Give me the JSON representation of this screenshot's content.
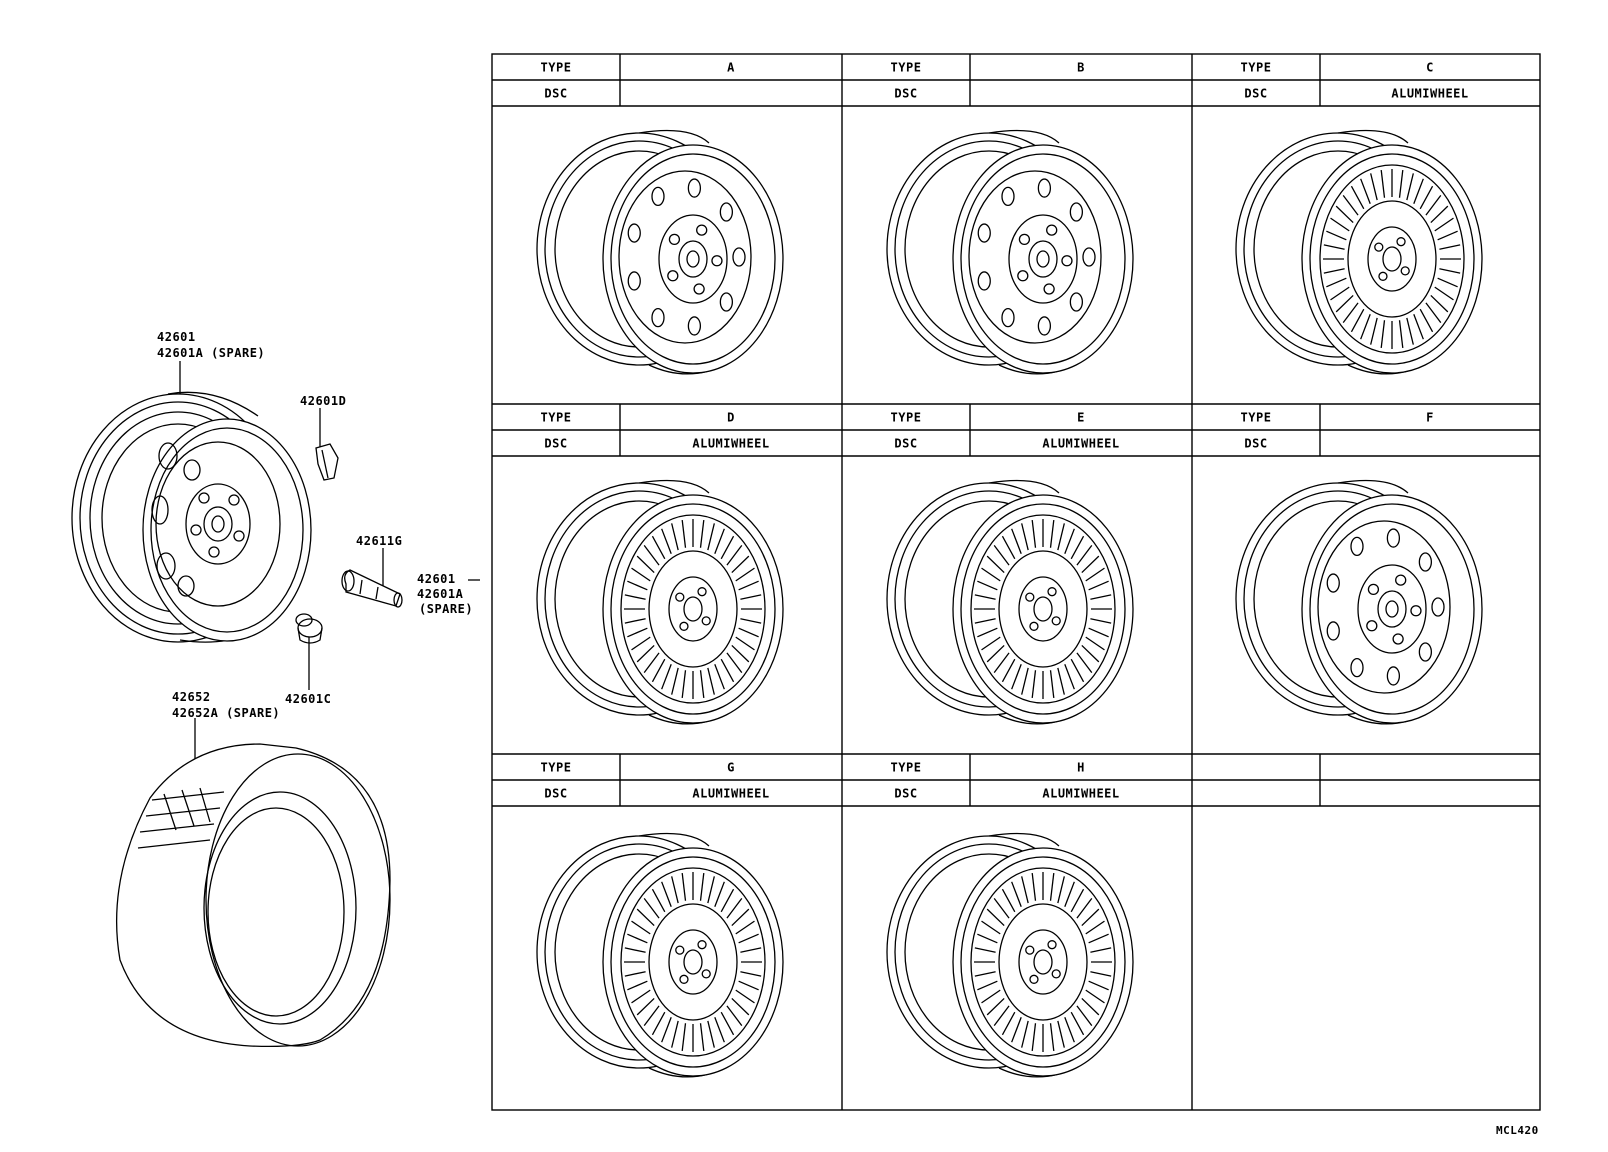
{
  "parts": {
    "wheel_no": "42601",
    "wheel_spare": "42601A (SPARE)",
    "weight": "42601D",
    "valve": "42611G",
    "side_no": "42601",
    "side_a": "42601A",
    "side_spare": "(SPARE)",
    "nut": "42601C",
    "tire_no": "42652",
    "tire_spare": "42652A (SPARE)"
  },
  "table": {
    "type_label": "TYPE",
    "dsc_label": "DSC",
    "cells": [
      {
        "type": "A",
        "dsc": ""
      },
      {
        "type": "B",
        "dsc": ""
      },
      {
        "type": "C",
        "dsc": "ALUMIWHEEL"
      },
      {
        "type": "D",
        "dsc": "ALUMIWHEEL"
      },
      {
        "type": "E",
        "dsc": "ALUMIWHEEL"
      },
      {
        "type": "F",
        "dsc": ""
      },
      {
        "type": "G",
        "dsc": "ALUMIWHEEL"
      },
      {
        "type": "H",
        "dsc": "ALUMIWHEEL"
      }
    ]
  },
  "code": "MCL420"
}
